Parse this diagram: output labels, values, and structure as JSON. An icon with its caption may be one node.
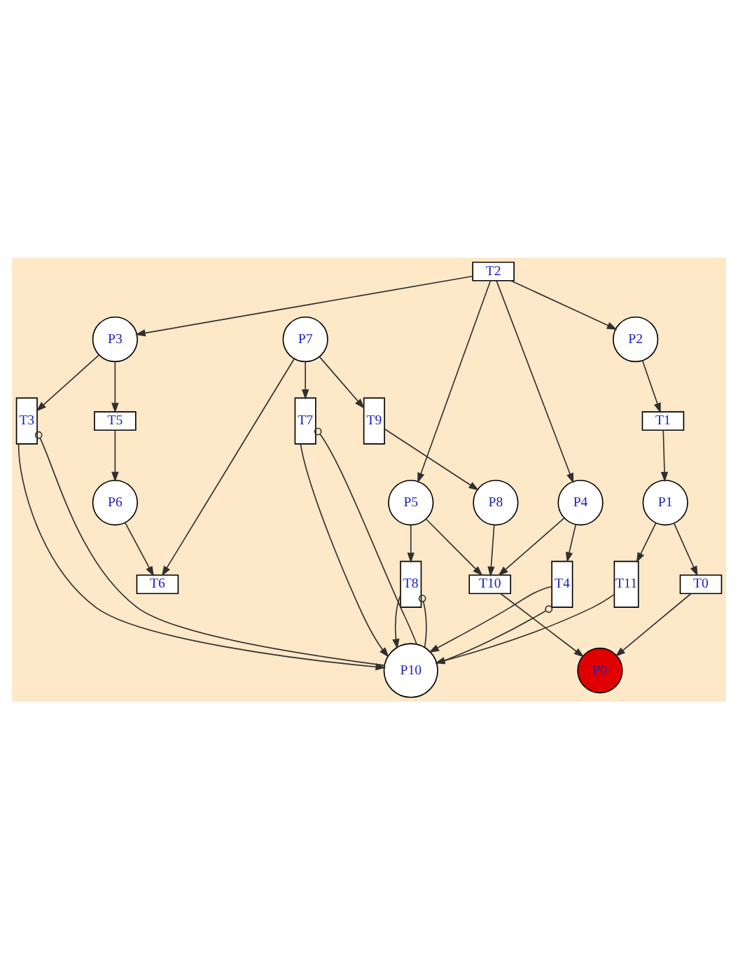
{
  "diagram": {
    "nodes": [
      {
        "text": [
          "P0"
        ]
      },
      {
        "text": [
          "T0"
        ]
      },
      {
        "text": [
          "P1"
        ]
      },
      {
        "text": [
          "T1"
        ]
      },
      {
        "text": [
          "T11"
        ]
      },
      {
        "text": [
          "P2"
        ]
      },
      {
        "text": [
          "T2"
        ]
      },
      {
        "text": [
          "P3"
        ]
      },
      {
        "text": [
          "P4"
        ]
      },
      {
        "text": [
          "P5"
        ]
      },
      {
        "text": [
          "T3"
        ]
      },
      {
        "text": [
          "T4"
        ]
      },
      {
        "text": [
          "T8"
        ]
      },
      {
        "text": [
          "T5"
        ]
      },
      {
        "text": [
          "P10"
        ]
      },
      {
        "text": [
          "T10"
        ]
      },
      {
        "text": [
          "P6"
        ]
      },
      {
        "text": [
          "T7"
        ]
      },
      {
        "text": [
          "T6"
        ]
      },
      {
        "text": [
          "P7"
        ]
      },
      {
        "text": [
          "T9"
        ]
      },
      {
        "text": [
          "P8"
        ]
      }
    ],
    "edges": [
      {
        "from": 1,
        "to": 0,
        "arrow": "to"
      },
      {
        "from": 2,
        "to": 1,
        "arrow": "to"
      },
      {
        "from": 3,
        "to": 2,
        "arrow": "to"
      },
      {
        "from": 5,
        "to": 3,
        "arrow": "to"
      },
      {
        "from": 6,
        "to": 5,
        "arrow": "to"
      },
      {
        "from": 2,
        "to": 4,
        "arrow": "to"
      },
      {
        "from": 4,
        "to": 14,
        "arrow": "to"
      },
      {
        "from": 6,
        "to": 7,
        "arrow": "to"
      },
      {
        "from": 6,
        "to": 8,
        "arrow": "to"
      },
      {
        "from": 6,
        "to": 9,
        "arrow": "to"
      },
      {
        "from": 7,
        "to": 10,
        "arrow": "to"
      },
      {
        "from": 7,
        "to": 13,
        "arrow": "to"
      },
      {
        "from": 8,
        "to": 11,
        "arrow": "to"
      },
      {
        "from": 8,
        "to": 15,
        "arrow": "to"
      },
      {
        "from": 9,
        "to": 12,
        "arrow": "to"
      },
      {
        "from": 9,
        "to": 15,
        "arrow": "to"
      },
      {
        "from": 10,
        "to": 14,
        "arrow": "to"
      },
      {
        "from": 14,
        "to": 10,
        "arrow": "other"
      },
      {
        "from": 11,
        "to": 14,
        "arrow": "to"
      },
      {
        "from": 14,
        "to": 11,
        "arrow": "other"
      },
      {
        "from": 12,
        "to": 14,
        "arrow": "to"
      },
      {
        "from": 14,
        "to": 12,
        "arrow": "other"
      },
      {
        "from": 13,
        "to": 16,
        "arrow": "to"
      },
      {
        "from": 16,
        "to": 18,
        "arrow": "to"
      },
      {
        "from": 19,
        "to": 18,
        "arrow": "to"
      },
      {
        "from": 19,
        "to": 17,
        "arrow": "to"
      },
      {
        "from": 17,
        "to": 14,
        "arrow": "to"
      },
      {
        "from": 14,
        "to": 17,
        "arrow": "other"
      },
      {
        "from": 19,
        "to": 20,
        "arrow": "to"
      },
      {
        "from": 20,
        "to": 21,
        "arrow": "to"
      },
      {
        "from": 21,
        "to": 15,
        "arrow": "to"
      },
      {
        "from": 15,
        "to": 0,
        "arrow": "to"
      }
    ]
  }
}
